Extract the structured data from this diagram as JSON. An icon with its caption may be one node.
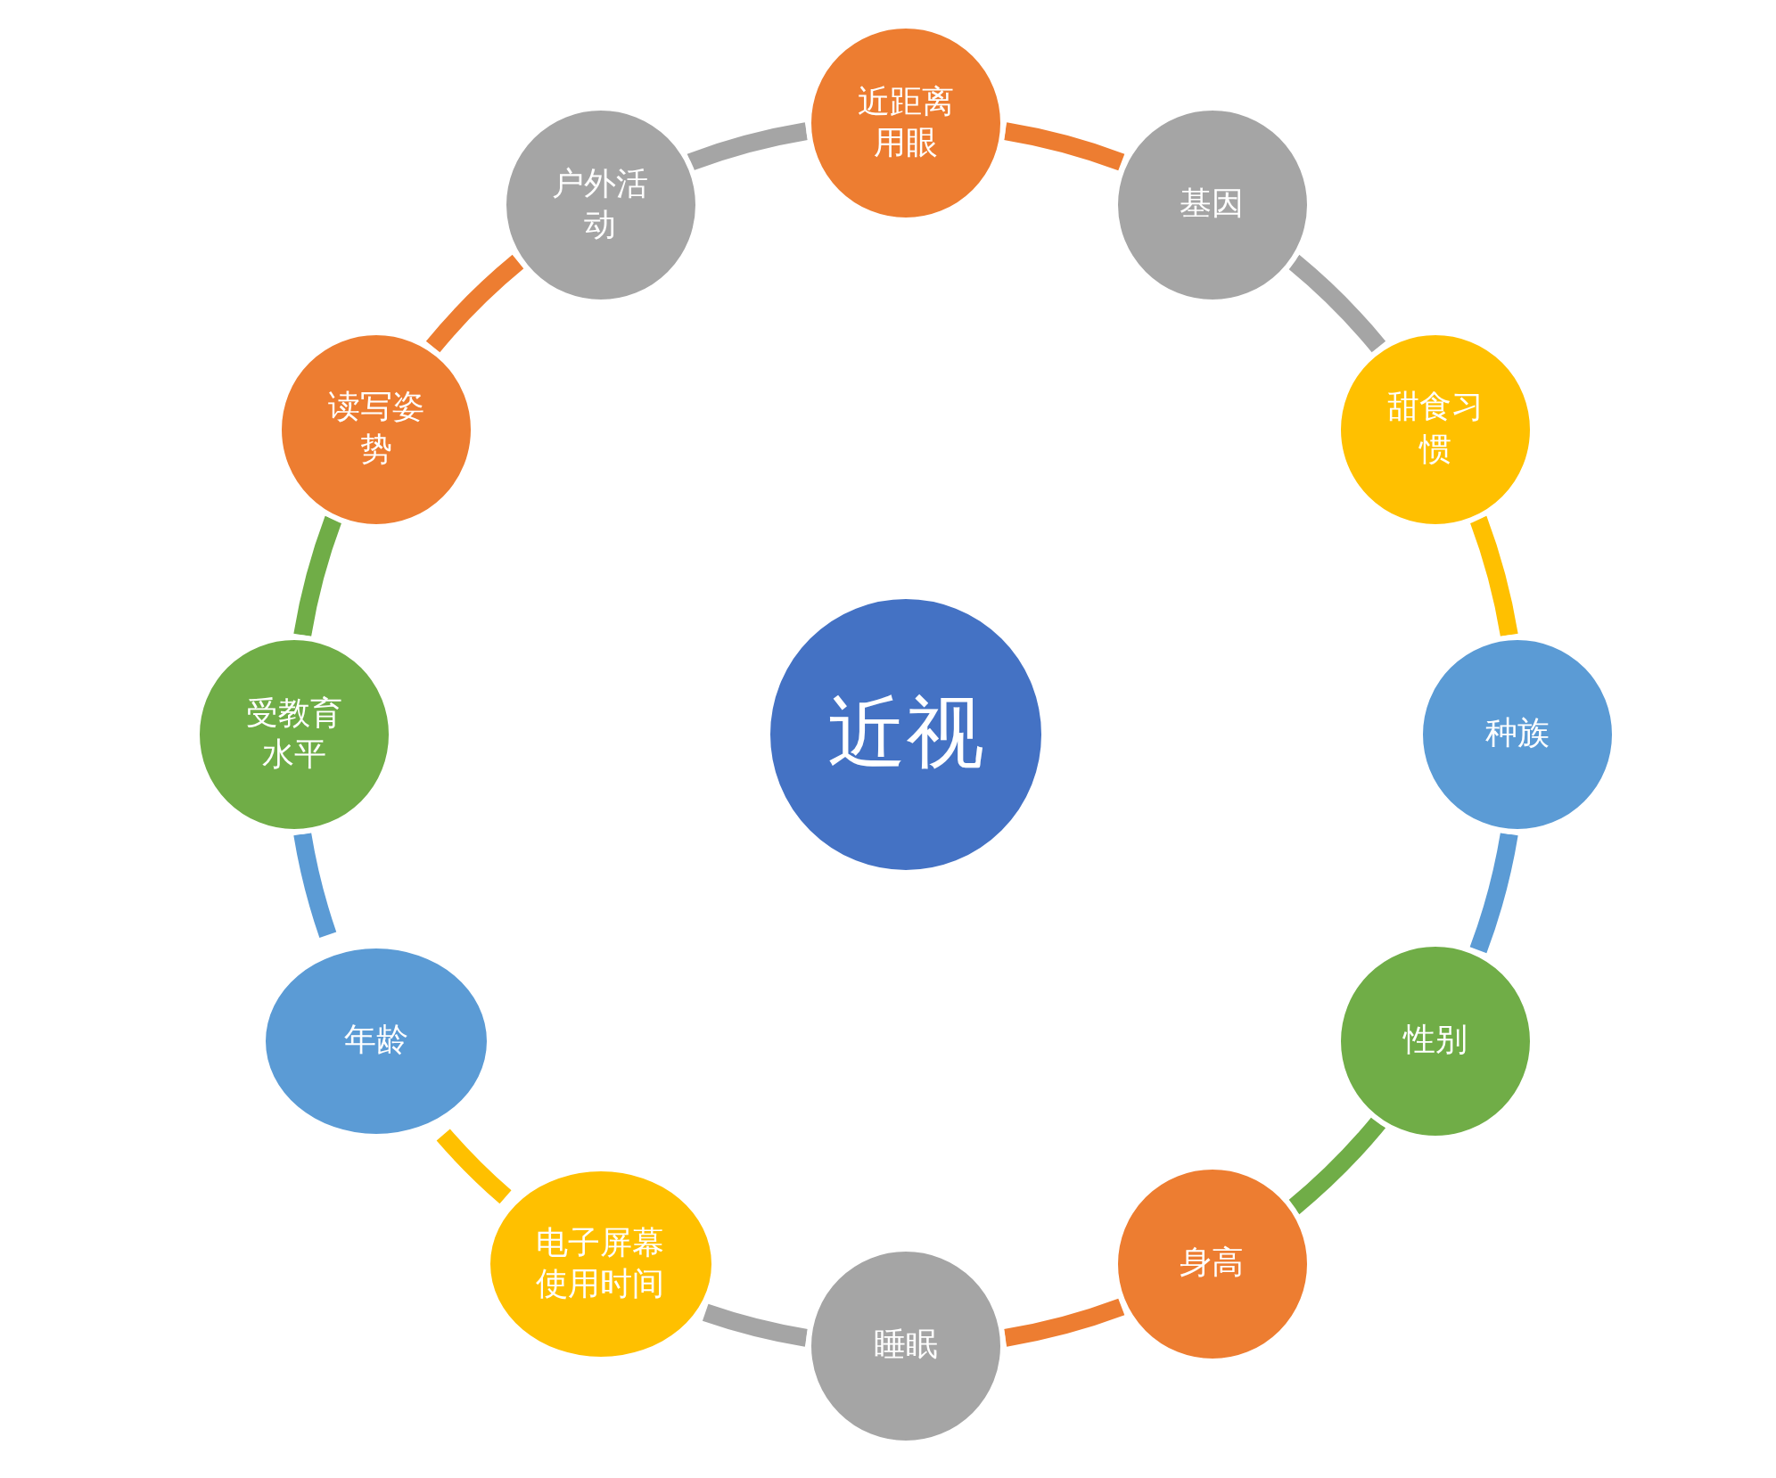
{
  "diagram": {
    "nodes": [
      {
        "text": [
          "近视"
        ]
      },
      {
        "text": [
          "近距离用眼"
        ]
      },
      {
        "text": [
          "基因"
        ]
      },
      {
        "text": [
          "甜食习惯"
        ]
      },
      {
        "text": [
          "种族"
        ]
      },
      {
        "text": [
          "性别"
        ]
      },
      {
        "text": [
          "身高"
        ]
      },
      {
        "text": [
          "睡眠"
        ]
      },
      {
        "text": [
          "电子屏幕使用时间"
        ]
      },
      {
        "text": [
          "年龄"
        ]
      },
      {
        "text": [
          "受教育水平"
        ]
      },
      {
        "text": [
          "读写姿势"
        ]
      },
      {
        "text": [
          "户外活动"
        ]
      }
    ],
    "edges": [
      {
        "from": 1,
        "to": 2,
        "arrow": "none",
        "color": "#ed7d31"
      },
      {
        "from": 2,
        "to": 3,
        "arrow": "none",
        "color": "#a5a5a5"
      },
      {
        "from": 3,
        "to": 4,
        "arrow": "none",
        "color": "#ffc000"
      },
      {
        "from": 4,
        "to": 5,
        "arrow": "none",
        "color": "#5b9bd5"
      },
      {
        "from": 5,
        "to": 6,
        "arrow": "none",
        "color": "#70ad47"
      },
      {
        "from": 6,
        "to": 7,
        "arrow": "none",
        "color": "#ed7d31"
      },
      {
        "from": 7,
        "to": 8,
        "arrow": "none",
        "color": "#a5a5a5"
      },
      {
        "from": 8,
        "to": 9,
        "arrow": "none",
        "color": "#ffc000"
      },
      {
        "from": 9,
        "to": 10,
        "arrow": "none",
        "color": "#5b9bd5"
      },
      {
        "from": 10,
        "to": 11,
        "arrow": "none",
        "color": "#70ad47"
      },
      {
        "from": 11,
        "to": 12,
        "arrow": "none",
        "color": "#ed7d31"
      },
      {
        "from": 12,
        "to": 1,
        "arrow": "none",
        "color": "#a5a5a5"
      }
    ]
  }
}
